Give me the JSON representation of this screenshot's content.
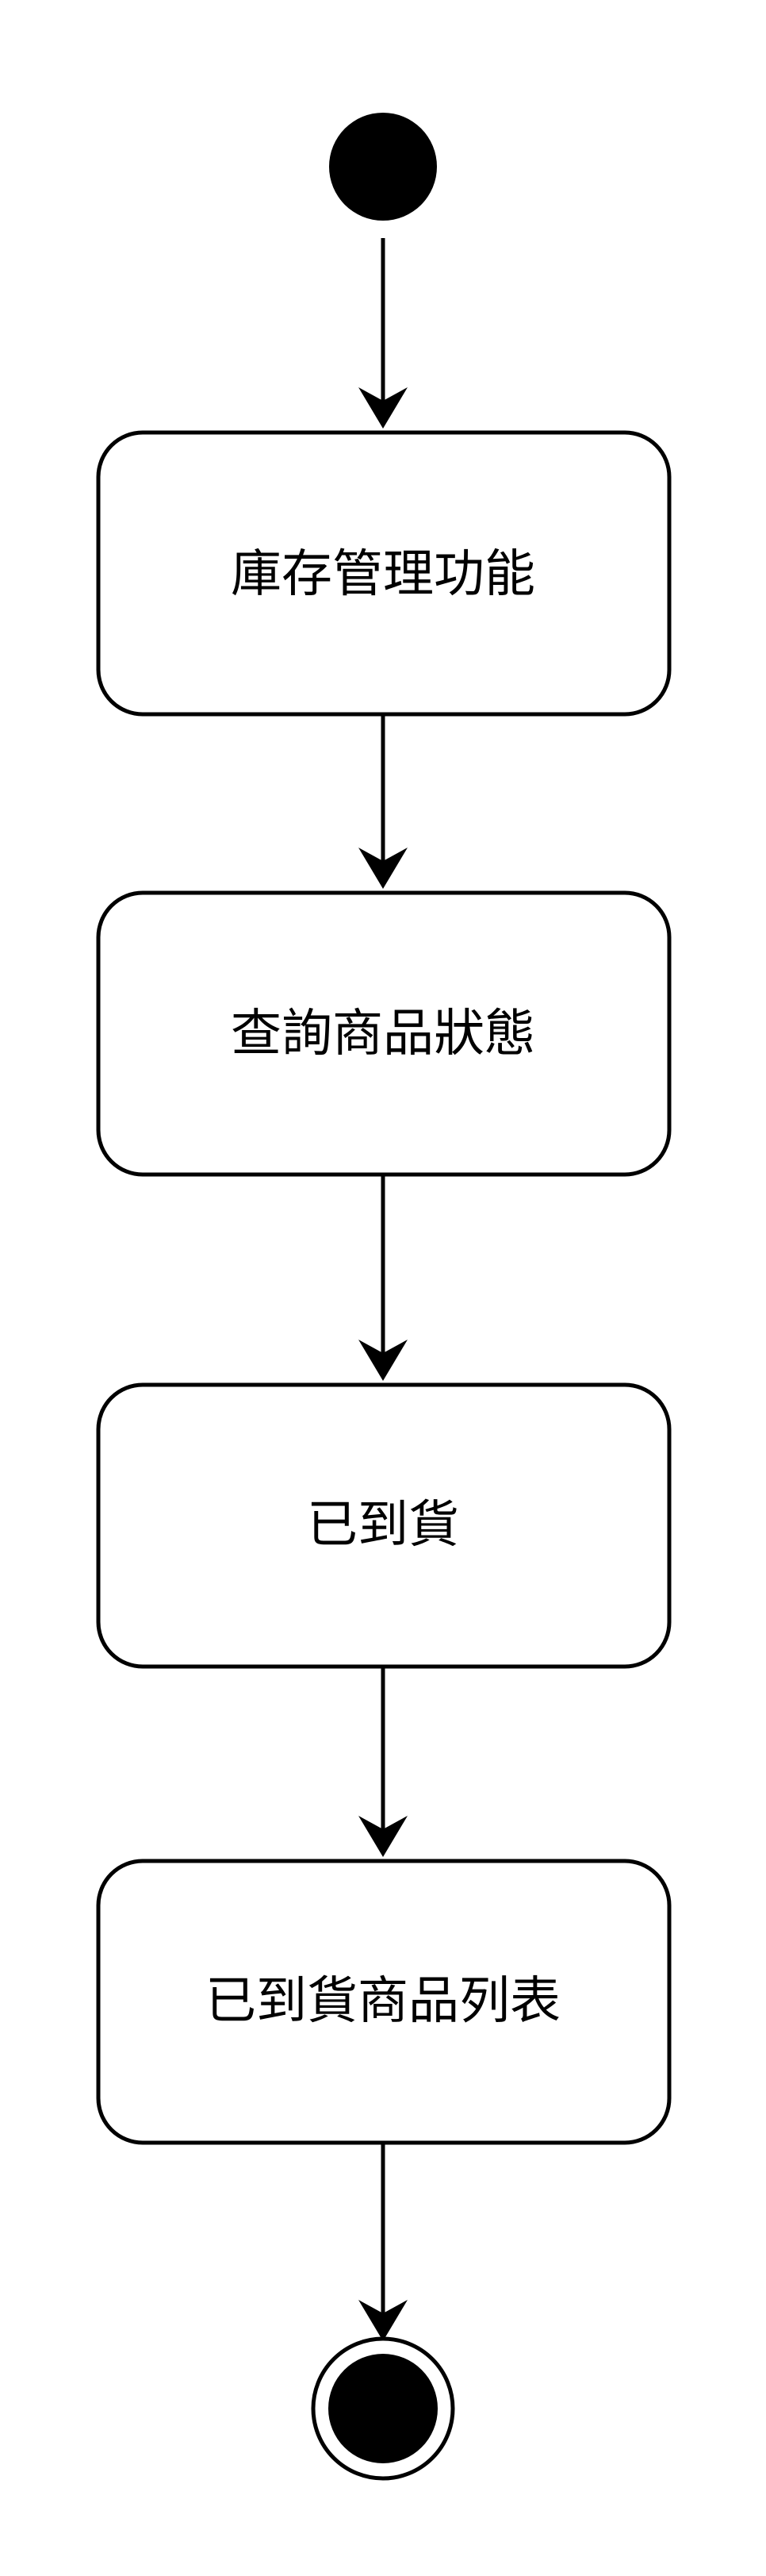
{
  "diagram": {
    "type": "activity-diagram",
    "colors": {
      "stroke": "#000000",
      "fill": "#ffffff",
      "marker": "#000000"
    },
    "start": {
      "kind": "initial-node"
    },
    "activities": [
      {
        "id": "inventory-management",
        "label": "庫存管理功能"
      },
      {
        "id": "query-product-status",
        "label": "查詢商品狀態"
      },
      {
        "id": "arrived",
        "label": "已到貨"
      },
      {
        "id": "arrived-product-list",
        "label": "已到貨商品列表"
      }
    ],
    "end": {
      "kind": "final-node"
    },
    "flows": [
      {
        "from": "start",
        "to": "inventory-management"
      },
      {
        "from": "inventory-management",
        "to": "query-product-status"
      },
      {
        "from": "query-product-status",
        "to": "arrived"
      },
      {
        "from": "arrived",
        "to": "arrived-product-list"
      },
      {
        "from": "arrived-product-list",
        "to": "end"
      }
    ]
  }
}
